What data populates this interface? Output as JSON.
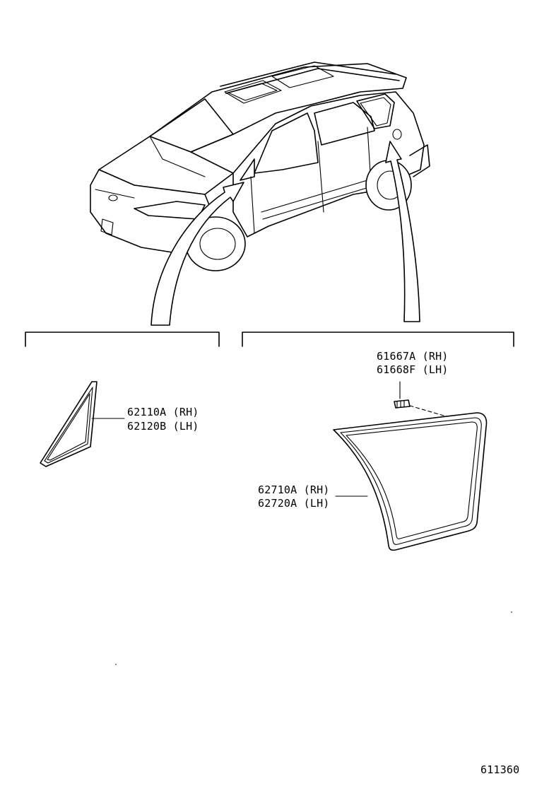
{
  "parts": {
    "quarter_window_front": {
      "line1": "62110A (RH)",
      "line2": "62120B (LH)"
    },
    "clip": {
      "line1": "61667A (RH)",
      "line2": "61668F (LH)"
    },
    "quarter_window_rear": {
      "line1": "62710A (RH)",
      "line2": "62720A (LH)"
    }
  },
  "figure_number": "611360"
}
